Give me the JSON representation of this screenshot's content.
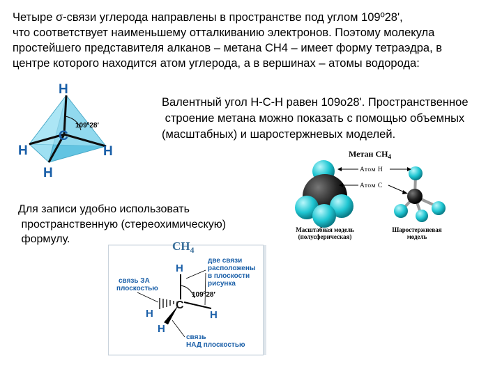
{
  "intro_lines": [
    "Четыре σ-связи углерода направлены в пространстве под углом 109º28',",
    "что соответствует наименьшему отталкиванию электронов. Поэтому молекула",
    "простейшего представителя алканов – метана СН4 – имеет форму тетраэдра, в",
    "центре которого находится атом углерода, а в вершинах – атомы водорода:"
  ],
  "valence_lines": [
    "Валентный угол Н-С-Н равен 109о28'. Пространственное",
    " строение метана можно показать с помощью объемных",
    "(масштабных) и шаростержневых моделей."
  ],
  "note_lines": [
    "Для записи удобно использовать",
    " пространственную (стереохимическую)",
    " формулу."
  ],
  "tetrahedron": {
    "top": "H",
    "center": "C",
    "left": "H",
    "right": "H",
    "bottom": "H",
    "angle": "109º28′"
  },
  "models": {
    "title": "Метан  CH",
    "title_sub": "4",
    "atom_h": "Атом Н",
    "atom_c": "Атом С",
    "scale_caption": [
      "Масштабная модель",
      "(полусферическая)"
    ],
    "ball_caption": [
      "Шаростержневая",
      "модель"
    ]
  },
  "stereo": {
    "title": "CH",
    "title_sub": "4",
    "c": "C",
    "h_top": "H",
    "h_left": "H",
    "h_bottom": "H",
    "h_right": "H",
    "angle": "109º28′",
    "note_right": [
      "две связи",
      "расположены",
      "в плоскости",
      "рисунка"
    ],
    "note_left": [
      "связь ЗА",
      "плоскостью"
    ],
    "note_bottom": [
      "связь",
      "НАД плоскостью"
    ]
  },
  "colors": {
    "tetra_fill": "#7fd3ea",
    "bond_blue": "#1a5fa8",
    "hydrogen": "#1fc6d2",
    "carbon": "#222222"
  }
}
